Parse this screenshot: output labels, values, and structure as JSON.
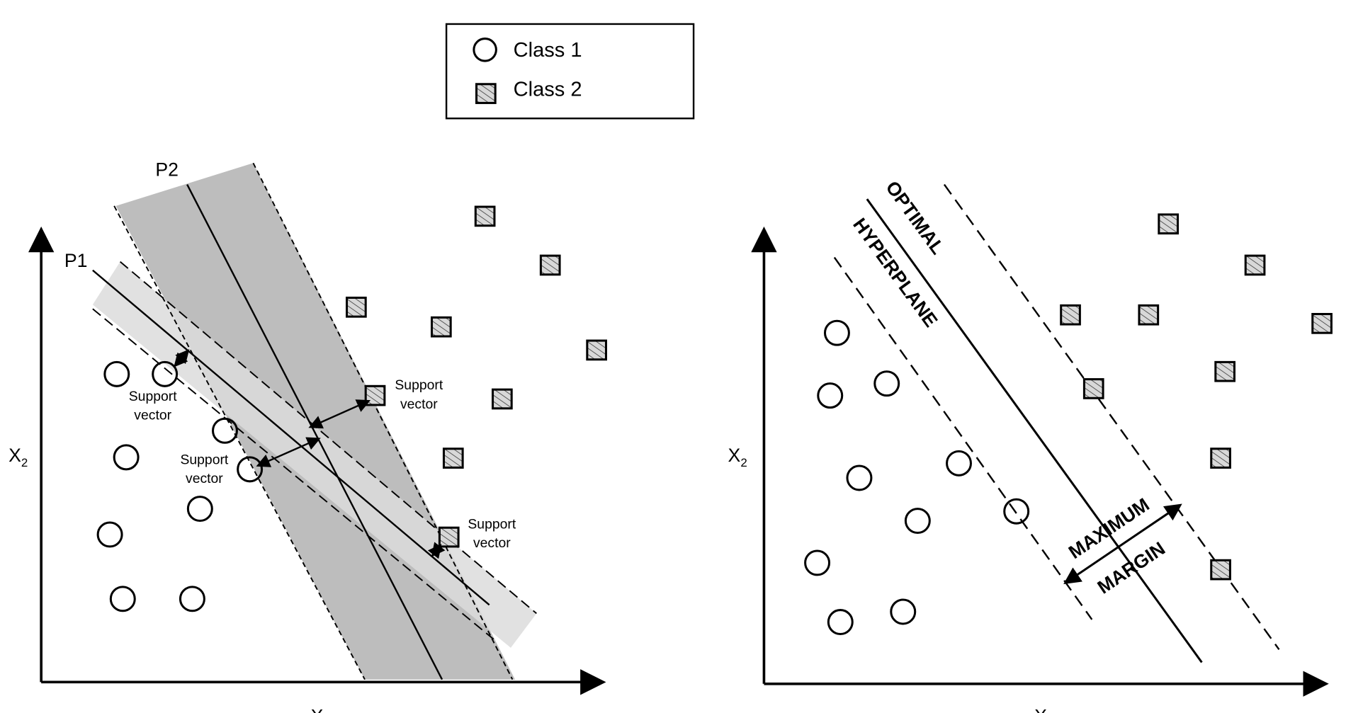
{
  "legend": {
    "class1": "Class 1",
    "class2": "Class 2"
  },
  "left_plot": {
    "p1_label": "P1",
    "p2_label": "P2",
    "y_axis_label": "X",
    "y_axis_sub": "2",
    "x_axis_label": "X",
    "support_vector_line1": "Support",
    "support_vector_line2": "vector"
  },
  "right_plot": {
    "optimal_label": "OPTIMAL",
    "hyperplane_label": "HYPERPLANE",
    "maximum_label": "MAXIMUM",
    "margin_label": "MARGIN",
    "y_axis_label": "X",
    "y_axis_sub": "2",
    "x_axis_label": "X"
  },
  "colors": {
    "band_dark": "#bdbdbd",
    "band_light": "#dcdcdc",
    "square_fill": "#d8d8d8"
  }
}
